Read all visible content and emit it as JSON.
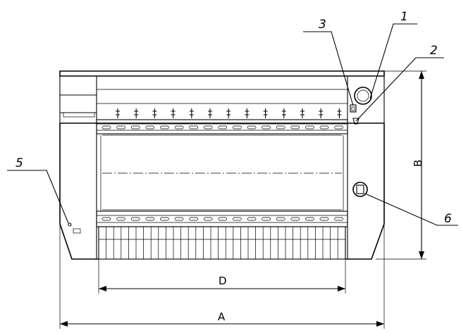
{
  "callouts": [
    {
      "id": "1",
      "label": "1"
    },
    {
      "id": "2",
      "label": "2"
    },
    {
      "id": "3",
      "label": "3"
    },
    {
      "id": "5",
      "label": "5"
    },
    {
      "id": "6",
      "label": "6"
    }
  ],
  "dimensions": {
    "A": "A",
    "B": "B",
    "D": "D"
  }
}
